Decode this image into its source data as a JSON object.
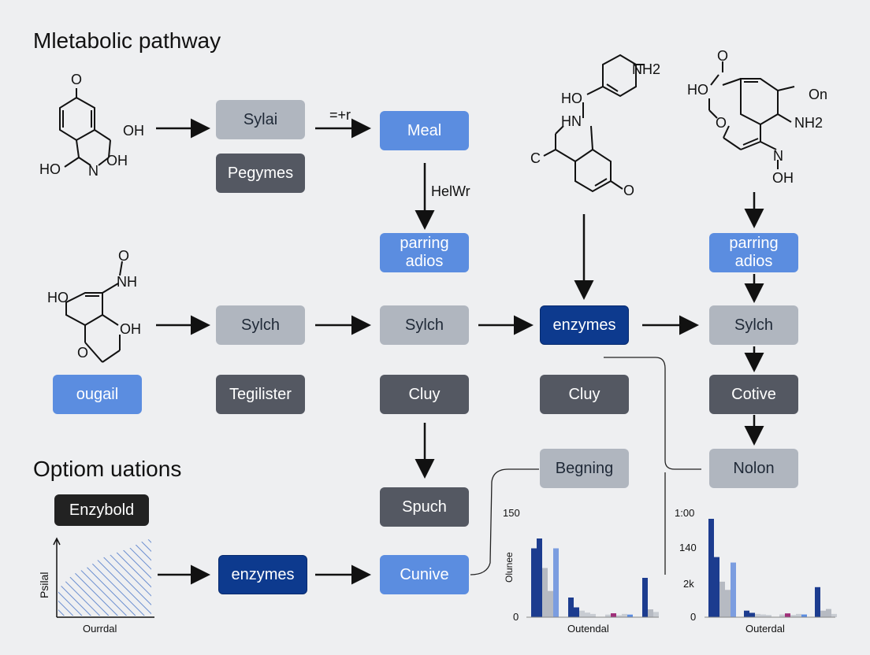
{
  "titles": {
    "pathway": "Mletabolic pathway",
    "options": "Optiom uations"
  },
  "boxes": {
    "sylai": "Sylai",
    "pegymes": "Pegymes",
    "meal": "Meal",
    "parring_1": "parring adios",
    "parring_2": "parring adios",
    "sylch_1": "Sylch",
    "sylch_2": "Sylch",
    "sylch_3": "Sylch",
    "enzymes_main": "enzymes",
    "ougail": "ougail",
    "tegilister": "Tegilister",
    "cluy_1": "Cluy",
    "cluy_2": "Cluy",
    "cotive": "Cotive",
    "begning": "Begning",
    "nolon": "Nolon",
    "spuch": "Spuch",
    "enzybold": "Enzybold",
    "enzymes_bottom": "enzymes",
    "cunive": "Cunive"
  },
  "arrow_labels": {
    "plus_r": "=+r",
    "helwr": "HelWr"
  },
  "molecule_labels": {
    "m1": [
      "O",
      "OH",
      "HO",
      "N",
      "OH"
    ],
    "m2": [
      "O",
      "NH",
      "HO",
      "OH",
      "O"
    ],
    "m3": [
      "NH2",
      "HO",
      "HN",
      "C",
      "O"
    ],
    "m4": [
      "O",
      "HO",
      "O",
      "On",
      "NH2",
      "N",
      "OH"
    ]
  },
  "colors": {
    "gray_box": "#b0b6bf",
    "dark_box": "#545862",
    "blue_box": "#5b8de0",
    "navy_box": "#0d3a8e",
    "background": "#eeeff1"
  },
  "chart_data": [
    {
      "type": "area",
      "ylabel": "Psilal",
      "xlabel": "Ourrdal",
      "description_fill": "hatched"
    },
    {
      "type": "bar",
      "ylabel": "Olunee",
      "xlabel": "Outendal",
      "yticks": [
        "150",
        "0"
      ],
      "ylim": [
        0,
        150
      ],
      "groups": [
        {
          "values": [
            105,
            120,
            75,
            40,
            105
          ],
          "colors": [
            "#1c3c8f",
            "#1c3c8f",
            "#b6bac2",
            "#b6bac2",
            "#7b9de0"
          ]
        },
        {
          "values": [
            30,
            15,
            10,
            7,
            5
          ],
          "colors": [
            "#1c3c8f",
            "#1c3c8f",
            "#c8ccd2",
            "#c8ccd2",
            "#c8ccd2"
          ]
        },
        {
          "values": [
            4,
            6,
            3,
            5,
            4
          ],
          "colors": [
            "#c8ccd2",
            "#a0307a",
            "#c8ccd2",
            "#c8ccd2",
            "#5b8de0"
          ]
        },
        {
          "values": [
            60,
            12,
            8
          ],
          "colors": [
            "#1c3c8f",
            "#b6bac2",
            "#c8ccd2"
          ]
        }
      ]
    },
    {
      "type": "bar",
      "xlabel": "Outerdal",
      "yticks": [
        "1:00",
        "140",
        "2k",
        "0"
      ],
      "ylim": [
        0,
        180
      ],
      "groups": [
        {
          "values": [
            180,
            110,
            65,
            50,
            100
          ],
          "colors": [
            "#1c3c8f",
            "#1c3c8f",
            "#b6bac2",
            "#b6bac2",
            "#7b9de0"
          ]
        },
        {
          "values": [
            12,
            8,
            6,
            5,
            4
          ],
          "colors": [
            "#1c3c8f",
            "#1c3c8f",
            "#c8ccd2",
            "#c8ccd2",
            "#c8ccd2"
          ]
        },
        {
          "values": [
            5,
            7,
            4,
            6,
            5
          ],
          "colors": [
            "#c8ccd2",
            "#a0307a",
            "#c8ccd2",
            "#c8ccd2",
            "#5b8de0"
          ]
        },
        {
          "values": [
            55,
            12,
            15,
            6
          ],
          "colors": [
            "#1c3c8f",
            "#b6bac2",
            "#b6bac2",
            "#c8ccd2"
          ]
        }
      ]
    }
  ]
}
